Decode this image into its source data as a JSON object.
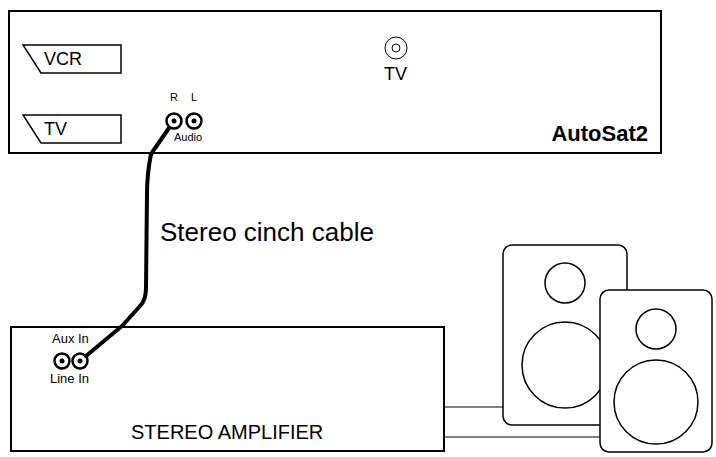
{
  "diagram": {
    "nodes": [
      {
        "text": [
          "AutoSat2"
        ]
      },
      {
        "text": [
          "VCR"
        ],
        "in": 0
      },
      {
        "text": [
          "TV"
        ],
        "in": 0
      },
      {
        "text": [
          "STEREO AMPLIFIER"
        ]
      }
    ],
    "edges": [
      {
        "from": 0,
        "to": 3,
        "arrow": "none",
        "label": "Stereo cinch cable"
      }
    ],
    "labels": [
      "R",
      "L",
      "Audio",
      "TV",
      "Aux In",
      "Line In"
    ]
  }
}
